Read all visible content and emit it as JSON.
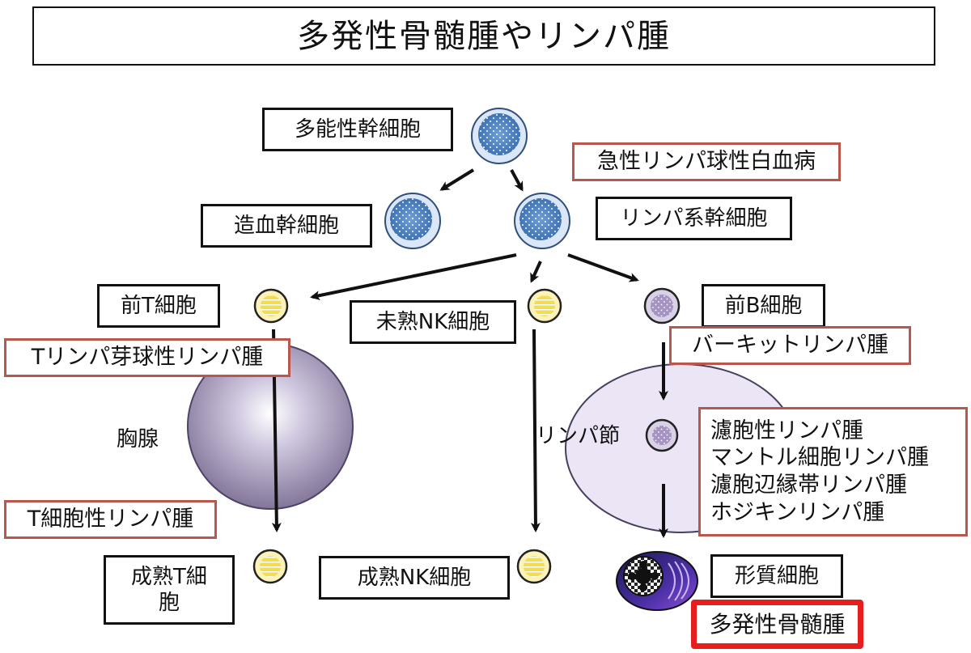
{
  "title": "多発性骨髄腫やリンパ腫",
  "organs": {
    "thymus": "胸腺",
    "lymph_node": "リンパ節"
  },
  "cells": {
    "pluripotent_stem": "多能性幹細胞",
    "hematopoietic_stem": "造血幹細胞",
    "lymphoid_stem": "リンパ系幹細胞",
    "pre_t": "前T細胞",
    "immature_nk": "未熟NK細胞",
    "pre_b": "前B細胞",
    "mature_t_line1": "成熟T細",
    "mature_t_line2": "胞",
    "mature_nk": "成熟NK細胞",
    "plasma": "形質細胞"
  },
  "diseases": {
    "all": "急性リンパ球性白血病",
    "t_lymphoblastic": "Tリンパ芽球性リンパ腫",
    "burkitt": "バーキットリンパ腫",
    "b_lymphomas": [
      "濾胞性リンパ腫",
      "マントル細胞リンパ腫",
      "濾胞辺縁帯リンパ腫",
      "ホジキンリンパ腫"
    ],
    "t_cell": "T細胞性リンパ腫",
    "myeloma": "多発性骨髄腫"
  },
  "colors": {
    "stem_cell": "#4f86c6",
    "t_nk_cell": "#f2d23c",
    "b_cell": "#a593c2",
    "thymus": "#8e80a6",
    "lymph_node": "#ebe5f6",
    "disease_border": "#b9574d",
    "highlight_border": "#e61e1e"
  },
  "icons": [
    "arrow-icon",
    "cell-icon",
    "plasma-cell-icon"
  ]
}
